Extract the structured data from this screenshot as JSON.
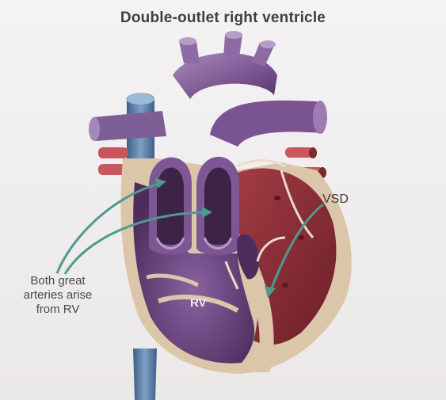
{
  "title": "Double-outlet right ventricle",
  "labels": {
    "vsd": "VSD",
    "rv": "RV",
    "arteries_line1": "Both great",
    "arteries_line2": "arteries arise",
    "arteries_line3": "from RV"
  },
  "colors": {
    "background": "#f0eeee",
    "purple": "#6e4681",
    "dark_purple": "#3d2346",
    "vein_blue": "#5b7ea6",
    "left_ventricle_red": "#8a2f35",
    "wall_tan": "#dcc6a9",
    "arrow_teal": "#4f9a8f"
  }
}
